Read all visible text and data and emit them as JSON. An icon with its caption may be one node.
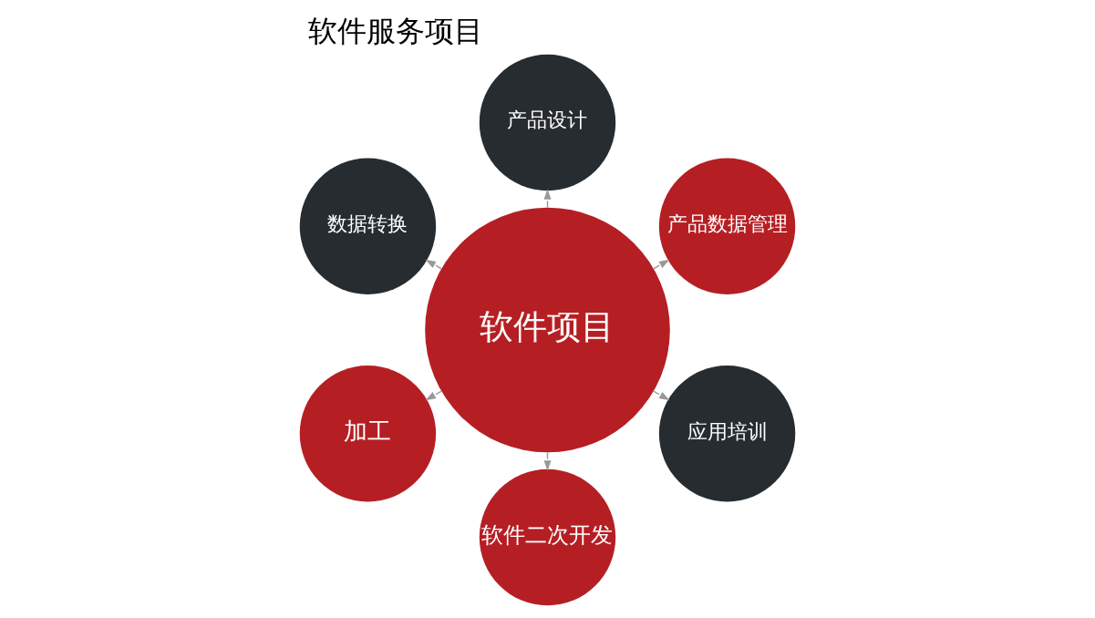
{
  "diagram": {
    "title": "软件服务项目",
    "nodes": [
      {
        "text": [
          "软件项目"
        ]
      },
      {
        "text": [
          "产品数据管理"
        ]
      },
      {
        "text": [
          "产品设计"
        ]
      },
      {
        "text": [
          "数据转换"
        ]
      },
      {
        "text": [
          "加工"
        ]
      },
      {
        "text": [
          "软件二次开发"
        ]
      },
      {
        "text": [
          "应用培训"
        ]
      }
    ],
    "edges": [
      {
        "from": 0,
        "to": 1,
        "arrow": "to",
        "style": "dashed"
      },
      {
        "from": 0,
        "to": 2,
        "arrow": "to",
        "style": "dashed"
      },
      {
        "from": 0,
        "to": 3,
        "arrow": "to",
        "style": "dashed"
      },
      {
        "from": 0,
        "to": 4,
        "arrow": "to",
        "style": "dashed"
      },
      {
        "from": 0,
        "to": 5,
        "arrow": "to",
        "style": "dashed"
      },
      {
        "from": 0,
        "to": 6,
        "arrow": "to",
        "style": "dashed"
      }
    ]
  }
}
